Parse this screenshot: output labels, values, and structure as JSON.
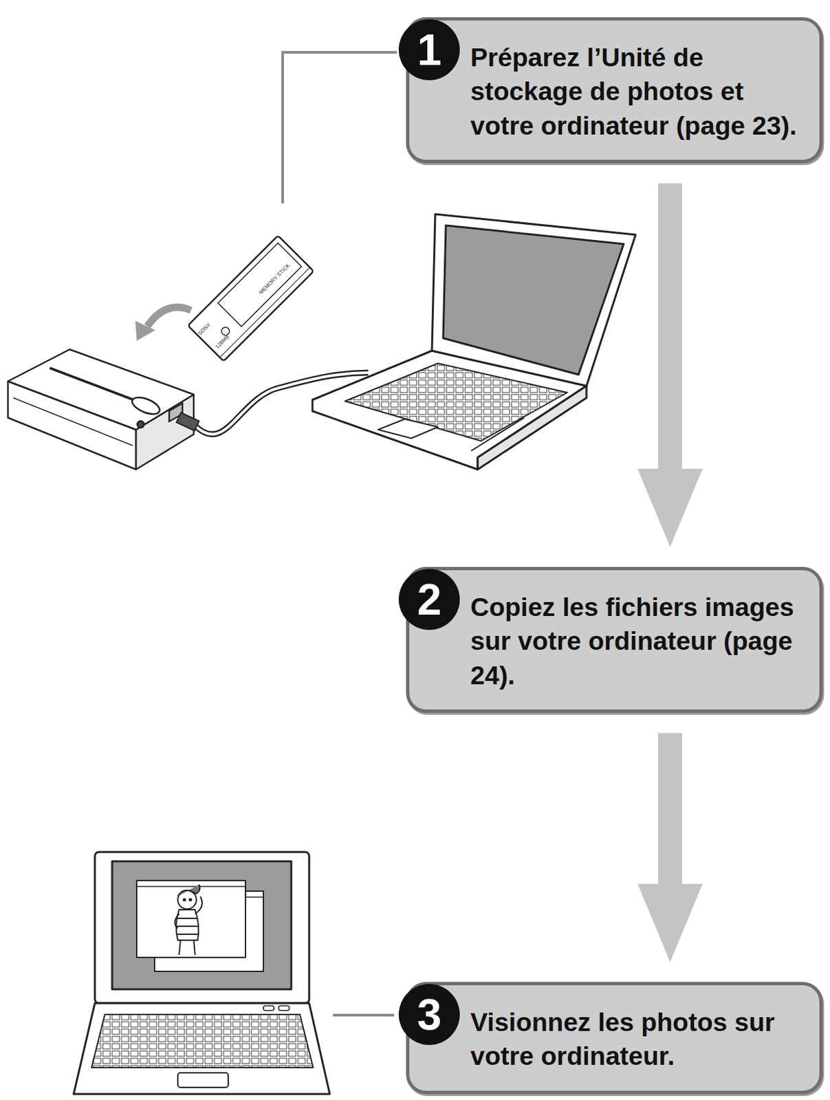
{
  "diagram": {
    "nodes": [
      {
        "text": [
          "1",
          "Préparez l’Unité de stockage de photos et votre ordinateur (page 23)."
        ]
      },
      {
        "text": [
          "2",
          "Copiez les fichiers images sur votre ordinateur (page 24)."
        ]
      },
      {
        "text": [
          "3",
          "Visionnez les photos sur votre ordinateur."
        ]
      }
    ],
    "edges": [
      {
        "from": 0,
        "to": 1,
        "arrow": "to"
      },
      {
        "from": 1,
        "to": 2,
        "arrow": "to"
      }
    ],
    "labels": [
      "SONY",
      "MEMORY STICK",
      "128MB"
    ]
  }
}
